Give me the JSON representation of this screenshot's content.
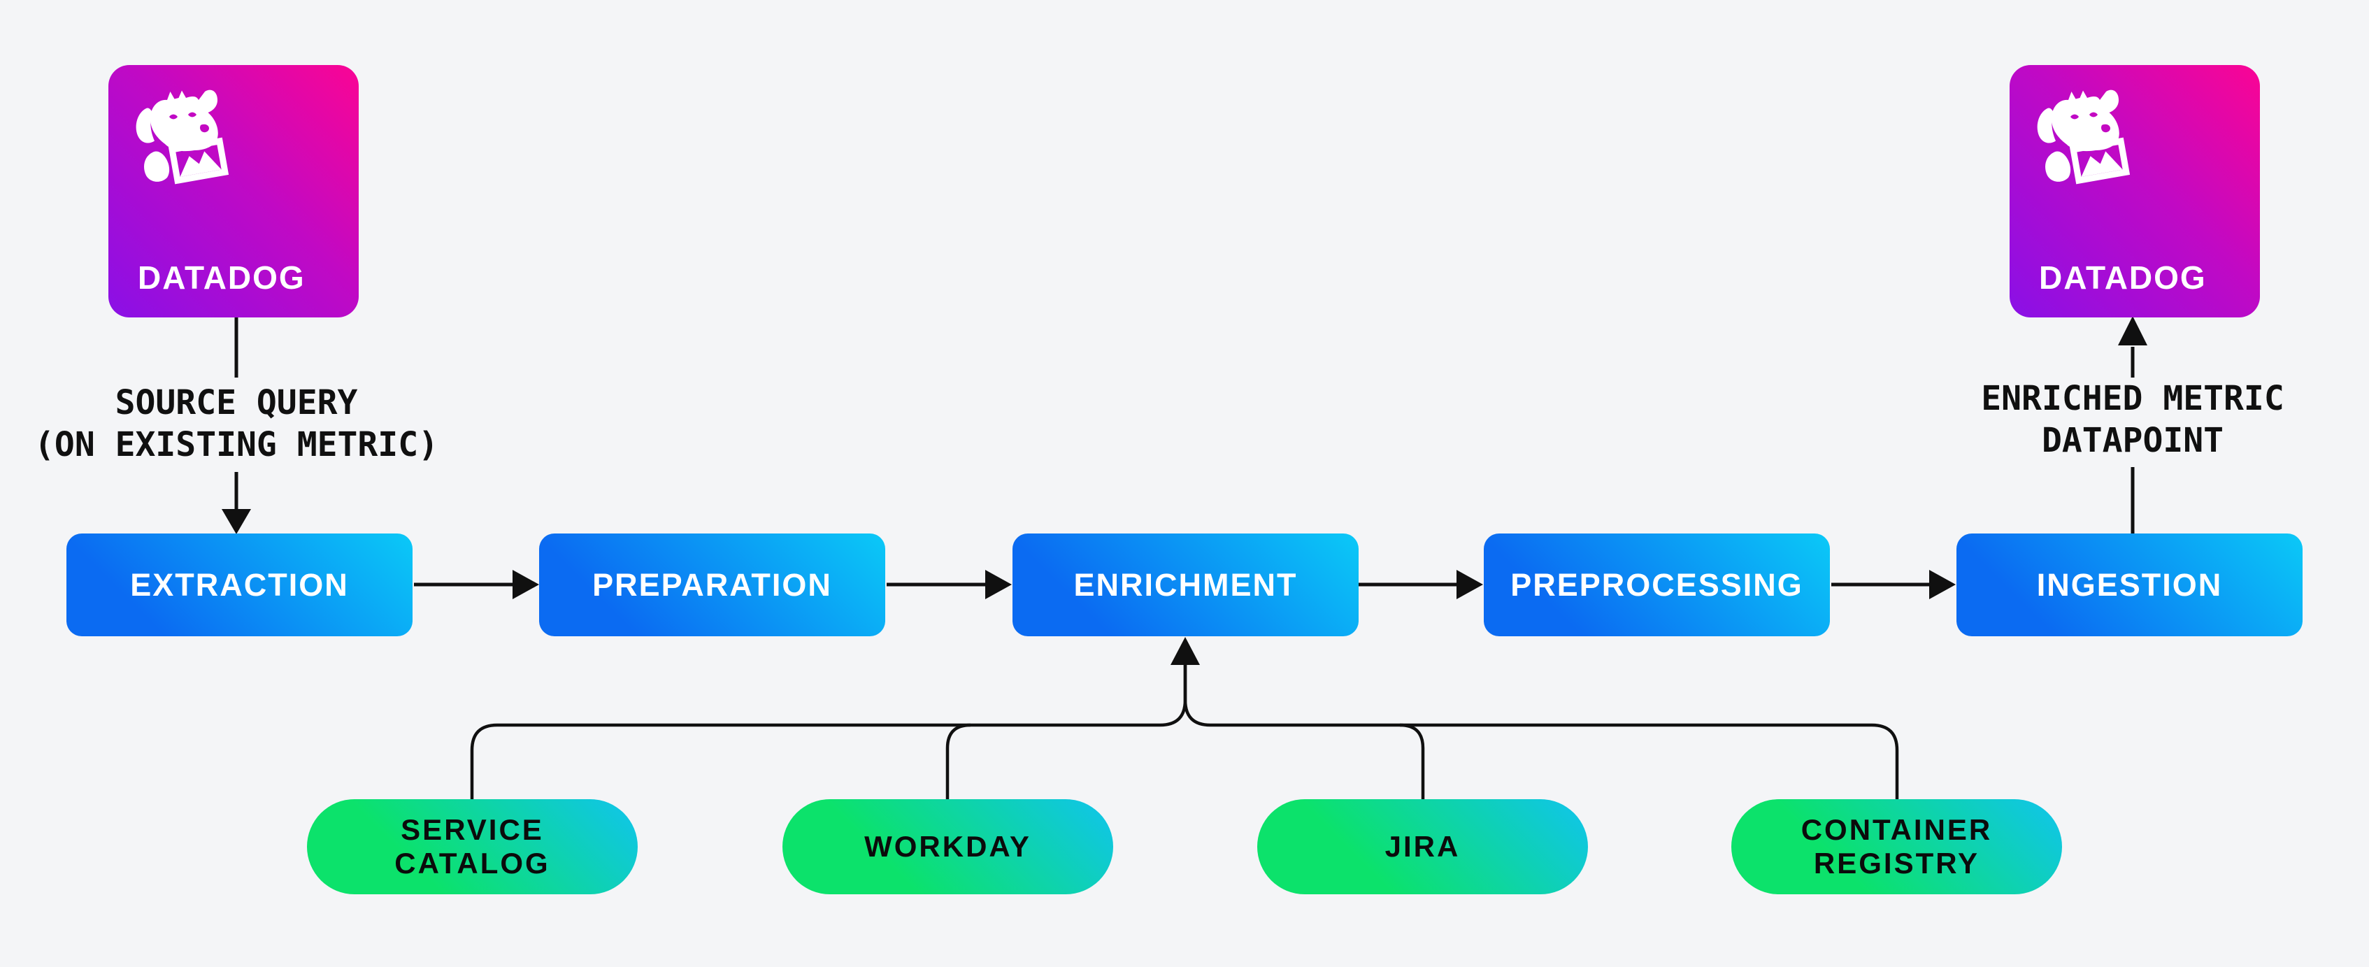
{
  "colors": {
    "background": "#F4F5F7",
    "connector": "#101010",
    "pipeline_gradient_start": "#0B6BF2",
    "pipeline_gradient_end": "#0BC9F7",
    "source_gradient_start": "#0CE26B",
    "source_gradient_end": "#10C4ED",
    "datadog_gradient_start": "#8A10E6",
    "datadog_gradient_end": "#F50598",
    "pipeline_text": "#FFFFFF",
    "source_text": "#0B0B0B"
  },
  "nodes": {
    "datadog_source": {
      "label": "DATADOG"
    },
    "datadog_sink": {
      "label": "DATADOG"
    },
    "pipeline": [
      {
        "label": "EXTRACTION"
      },
      {
        "label": "PREPARATION"
      },
      {
        "label": "ENRICHMENT"
      },
      {
        "label": "PREPROCESSING"
      },
      {
        "label": "INGESTION"
      }
    ],
    "sources": [
      {
        "lines": [
          "SERVICE",
          "CATALOG"
        ]
      },
      {
        "lines": [
          "WORKDAY"
        ]
      },
      {
        "lines": [
          "JIRA"
        ]
      },
      {
        "lines": [
          "CONTAINER",
          "REGISTRY"
        ]
      }
    ]
  },
  "annotations": {
    "source_query": {
      "lines": [
        "SOURCE QUERY",
        "(ON EXISTING METRIC)"
      ]
    },
    "enriched_metric": {
      "lines": [
        "ENRICHED METRIC",
        "DATAPOINT"
      ]
    }
  },
  "icons": {
    "datadog_logo": "datadog-dog-logo"
  }
}
